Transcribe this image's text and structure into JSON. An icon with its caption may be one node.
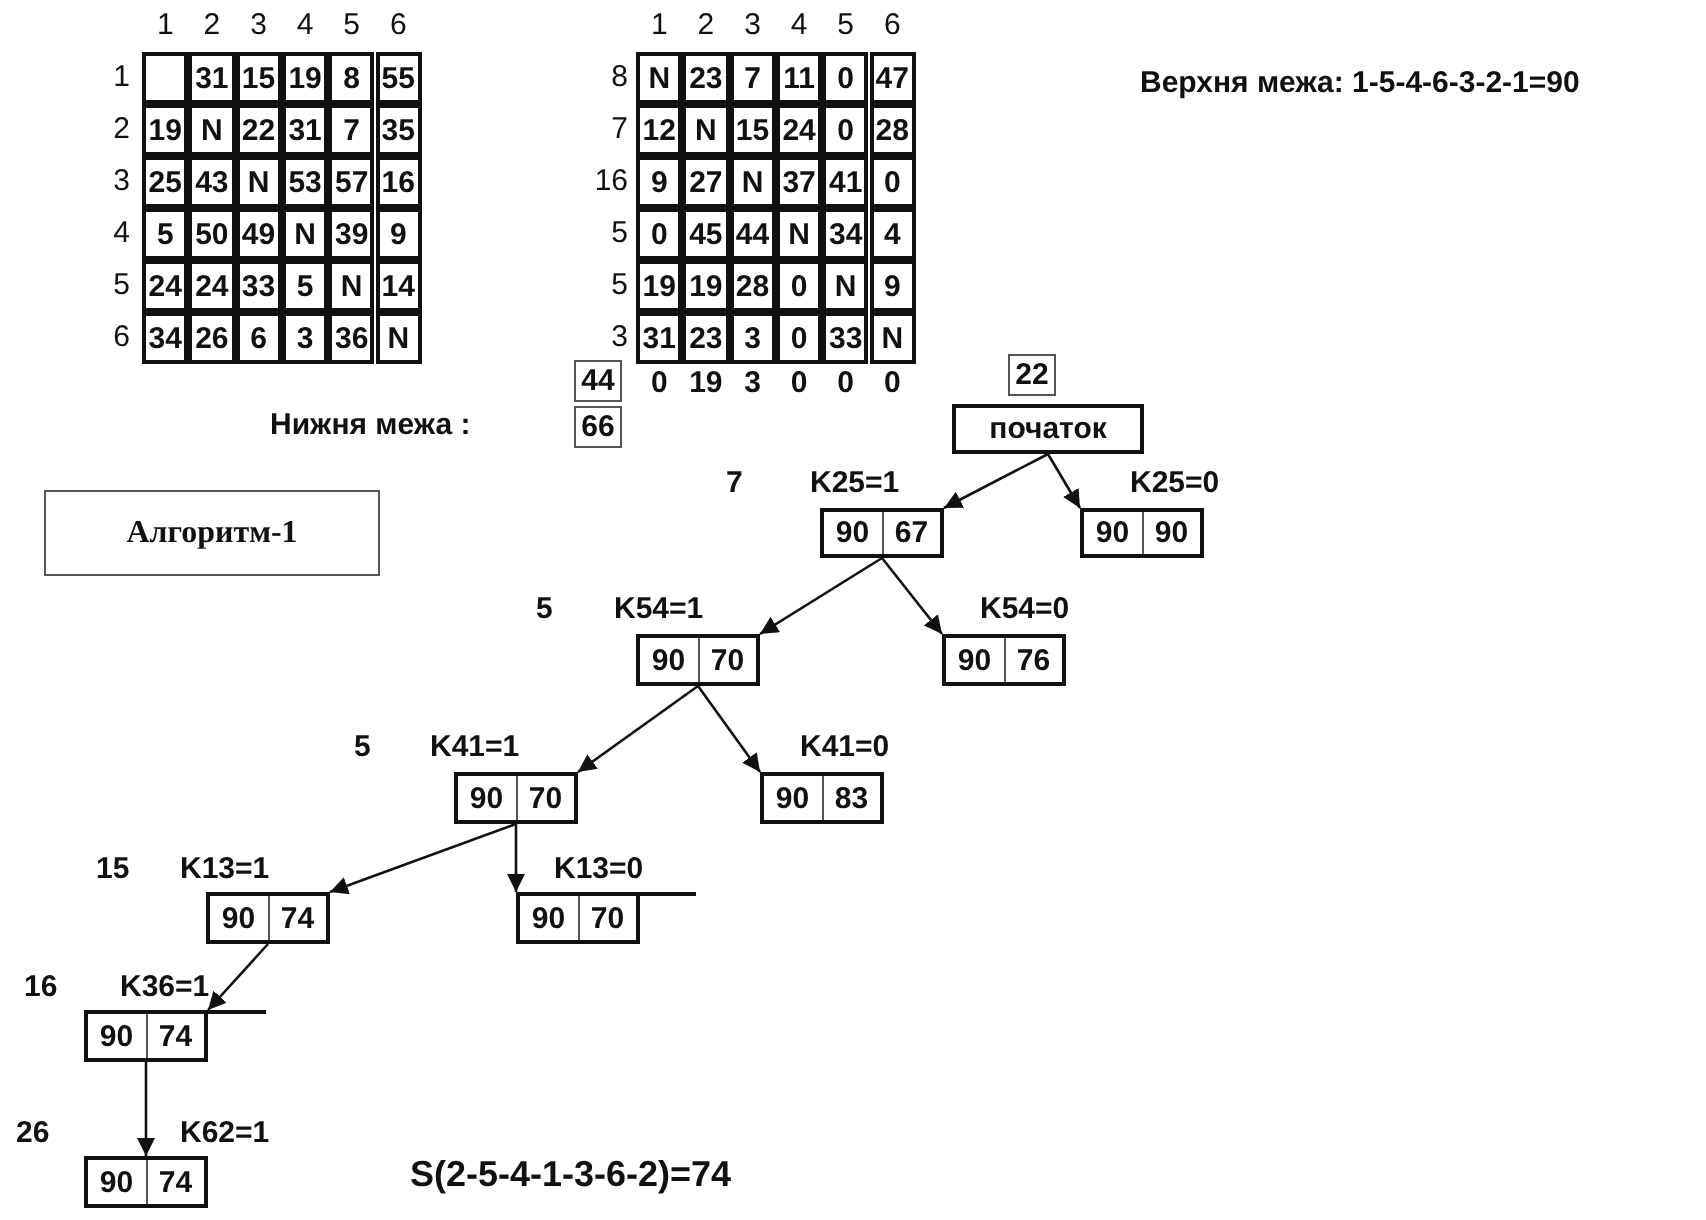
{
  "diagram": {
    "nodes": [
      {
        "text": [
          "44"
        ]
      },
      {
        "text": [
          "22"
        ]
      },
      {
        "text": [
          "66"
        ]
      },
      {
        "text": [
          "початок"
        ]
      },
      {
        "text": [
          "Алгоритм-1"
        ]
      },
      {
        "text": [
          "90",
          "67"
        ],
        "beside": [
          "7",
          "K25=1"
        ]
      },
      {
        "text": [
          "90",
          "90"
        ],
        "beside": [
          "K25=0"
        ]
      },
      {
        "text": [
          "90",
          "70"
        ],
        "beside": [
          "5",
          "K54=1"
        ]
      },
      {
        "text": [
          "90",
          "76"
        ],
        "beside": [
          "K54=0"
        ]
      },
      {
        "text": [
          "90",
          "70"
        ],
        "beside": [
          "5",
          "K41=1"
        ]
      },
      {
        "text": [
          "90",
          "83"
        ],
        "beside": [
          "K41=0"
        ]
      },
      {
        "text": [
          "90",
          "74"
        ],
        "beside": [
          "15",
          "K13=1"
        ]
      },
      {
        "text": [
          "90",
          "70"
        ],
        "beside": [
          "K13=0"
        ]
      },
      {
        "text": [
          "90",
          "74"
        ],
        "beside": [
          "16",
          "K36=1"
        ]
      },
      {
        "text": [
          "90",
          "74"
        ],
        "beside": [
          "26",
          "K62=1"
        ]
      }
    ],
    "edges": [
      {
        "from": 3,
        "to": 5,
        "arrow": "to"
      },
      {
        "from": 3,
        "to": 6,
        "arrow": "to"
      },
      {
        "from": 5,
        "to": 7,
        "arrow": "to"
      },
      {
        "from": 5,
        "to": 8,
        "arrow": "to"
      },
      {
        "from": 7,
        "to": 9,
        "arrow": "to"
      },
      {
        "from": 7,
        "to": 10,
        "arrow": "to"
      },
      {
        "from": 9,
        "to": 11,
        "arrow": "to"
      },
      {
        "from": 9,
        "to": 12,
        "arrow": "to"
      },
      {
        "from": 11,
        "to": 13,
        "arrow": "to"
      },
      {
        "from": 13,
        "to": 14,
        "arrow": "to"
      }
    ],
    "labels": [
      "1",
      "2",
      "3",
      "4",
      "5",
      "6",
      "1",
      "31",
      "15",
      "19",
      "8",
      "55",
      "2",
      "19",
      "N",
      "22",
      "31",
      "7",
      "35",
      "3",
      "25",
      "43",
      "N",
      "53",
      "57",
      "16",
      "4",
      "5",
      "50",
      "49",
      "N",
      "39",
      "9",
      "5",
      "24",
      "24",
      "33",
      "5",
      "N",
      "14",
      "6",
      "34",
      "26",
      "6",
      "3",
      "36",
      "N",
      "1",
      "2",
      "3",
      "4",
      "5",
      "6",
      "8",
      "N",
      "23",
      "7",
      "11",
      "0",
      "47",
      "7",
      "12",
      "N",
      "15",
      "24",
      "0",
      "28",
      "16",
      "9",
      "27",
      "N",
      "37",
      "41",
      "0",
      "5",
      "0",
      "45",
      "44",
      "N",
      "34",
      "4",
      "5",
      "19",
      "19",
      "28",
      "0",
      "N",
      "9",
      "3",
      "31",
      "23",
      "3",
      "0",
      "33",
      "N",
      "0",
      "19",
      "3",
      "0",
      "0",
      "0",
      "Верхня межа: 1-5-4-6-3-2-1=90",
      "Нижня межа :",
      "S(2-5-4-1-3-6-2)=74"
    ]
  }
}
